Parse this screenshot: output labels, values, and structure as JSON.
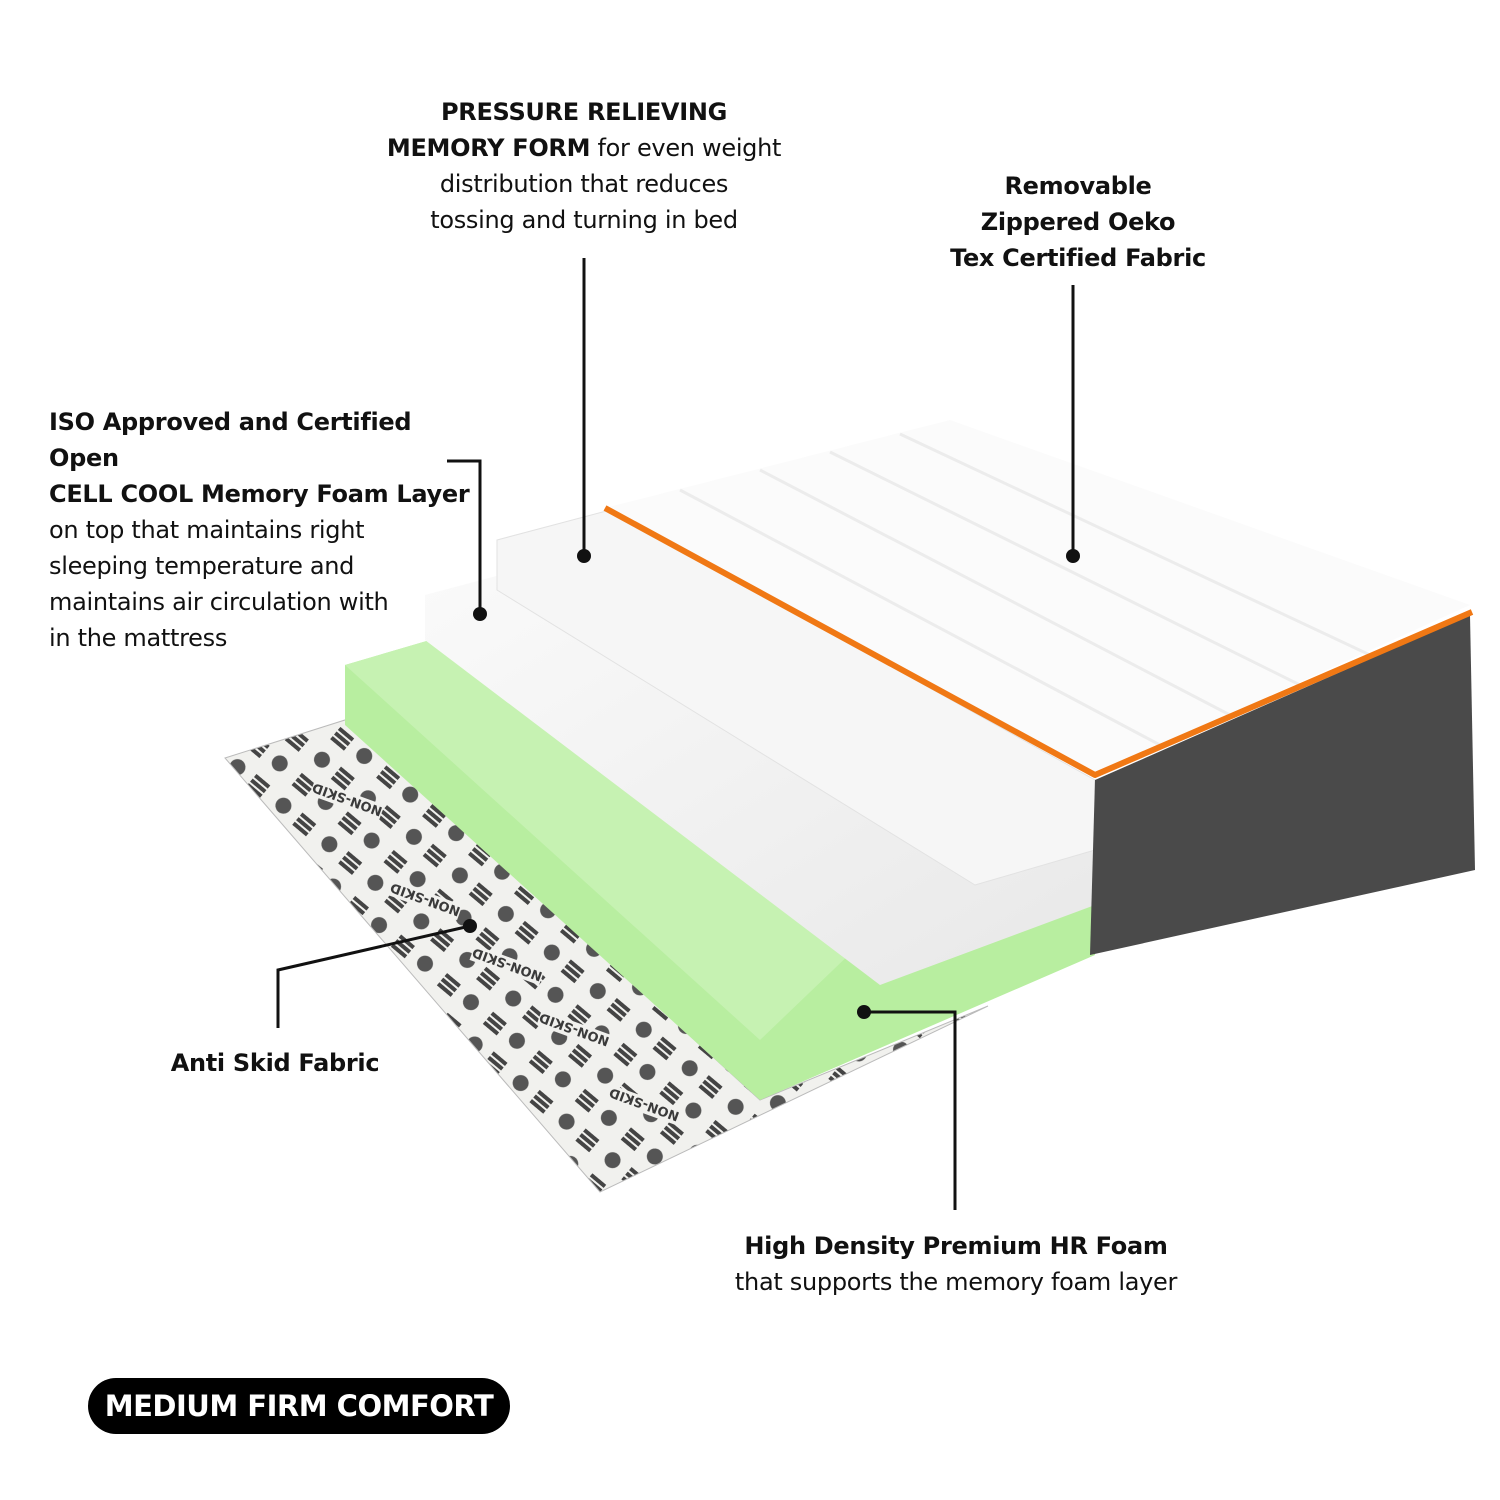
{
  "labels": {
    "pressure": {
      "bold": "PRESSURE RELIEVING",
      "bold2": "MEMORY FORM",
      "rest": " for even weight",
      "line3": "distribution that reduces",
      "line4": "tossing and turning in bed"
    },
    "removable": {
      "line1": "Removable",
      "line2": "Zippered Oeko",
      "line3": "Tex Certified Fabric"
    },
    "iso": {
      "bold1": "ISO Approved and Certified Open",
      "bold2": "CELL COOL Memory Foam Layer",
      "line3": "on top that maintains right",
      "line4": "sleeping temperature and",
      "line5": "maintains air circulation with",
      "line6": "in the mattress"
    },
    "antiskid": {
      "line1": "Anti Skid Fabric"
    },
    "hrfoam": {
      "bold": "High Density Premium HR Foam",
      "line2": "that supports the memory foam layer"
    }
  },
  "pattern_text": "NON-SKID",
  "badge": "MEDIUM FIRM COMFORT",
  "colors": {
    "hr_foam": "#b8eea0",
    "piping": "#f07814",
    "side_fabric": "#4a4a4a",
    "badge_bg": "#000000"
  }
}
